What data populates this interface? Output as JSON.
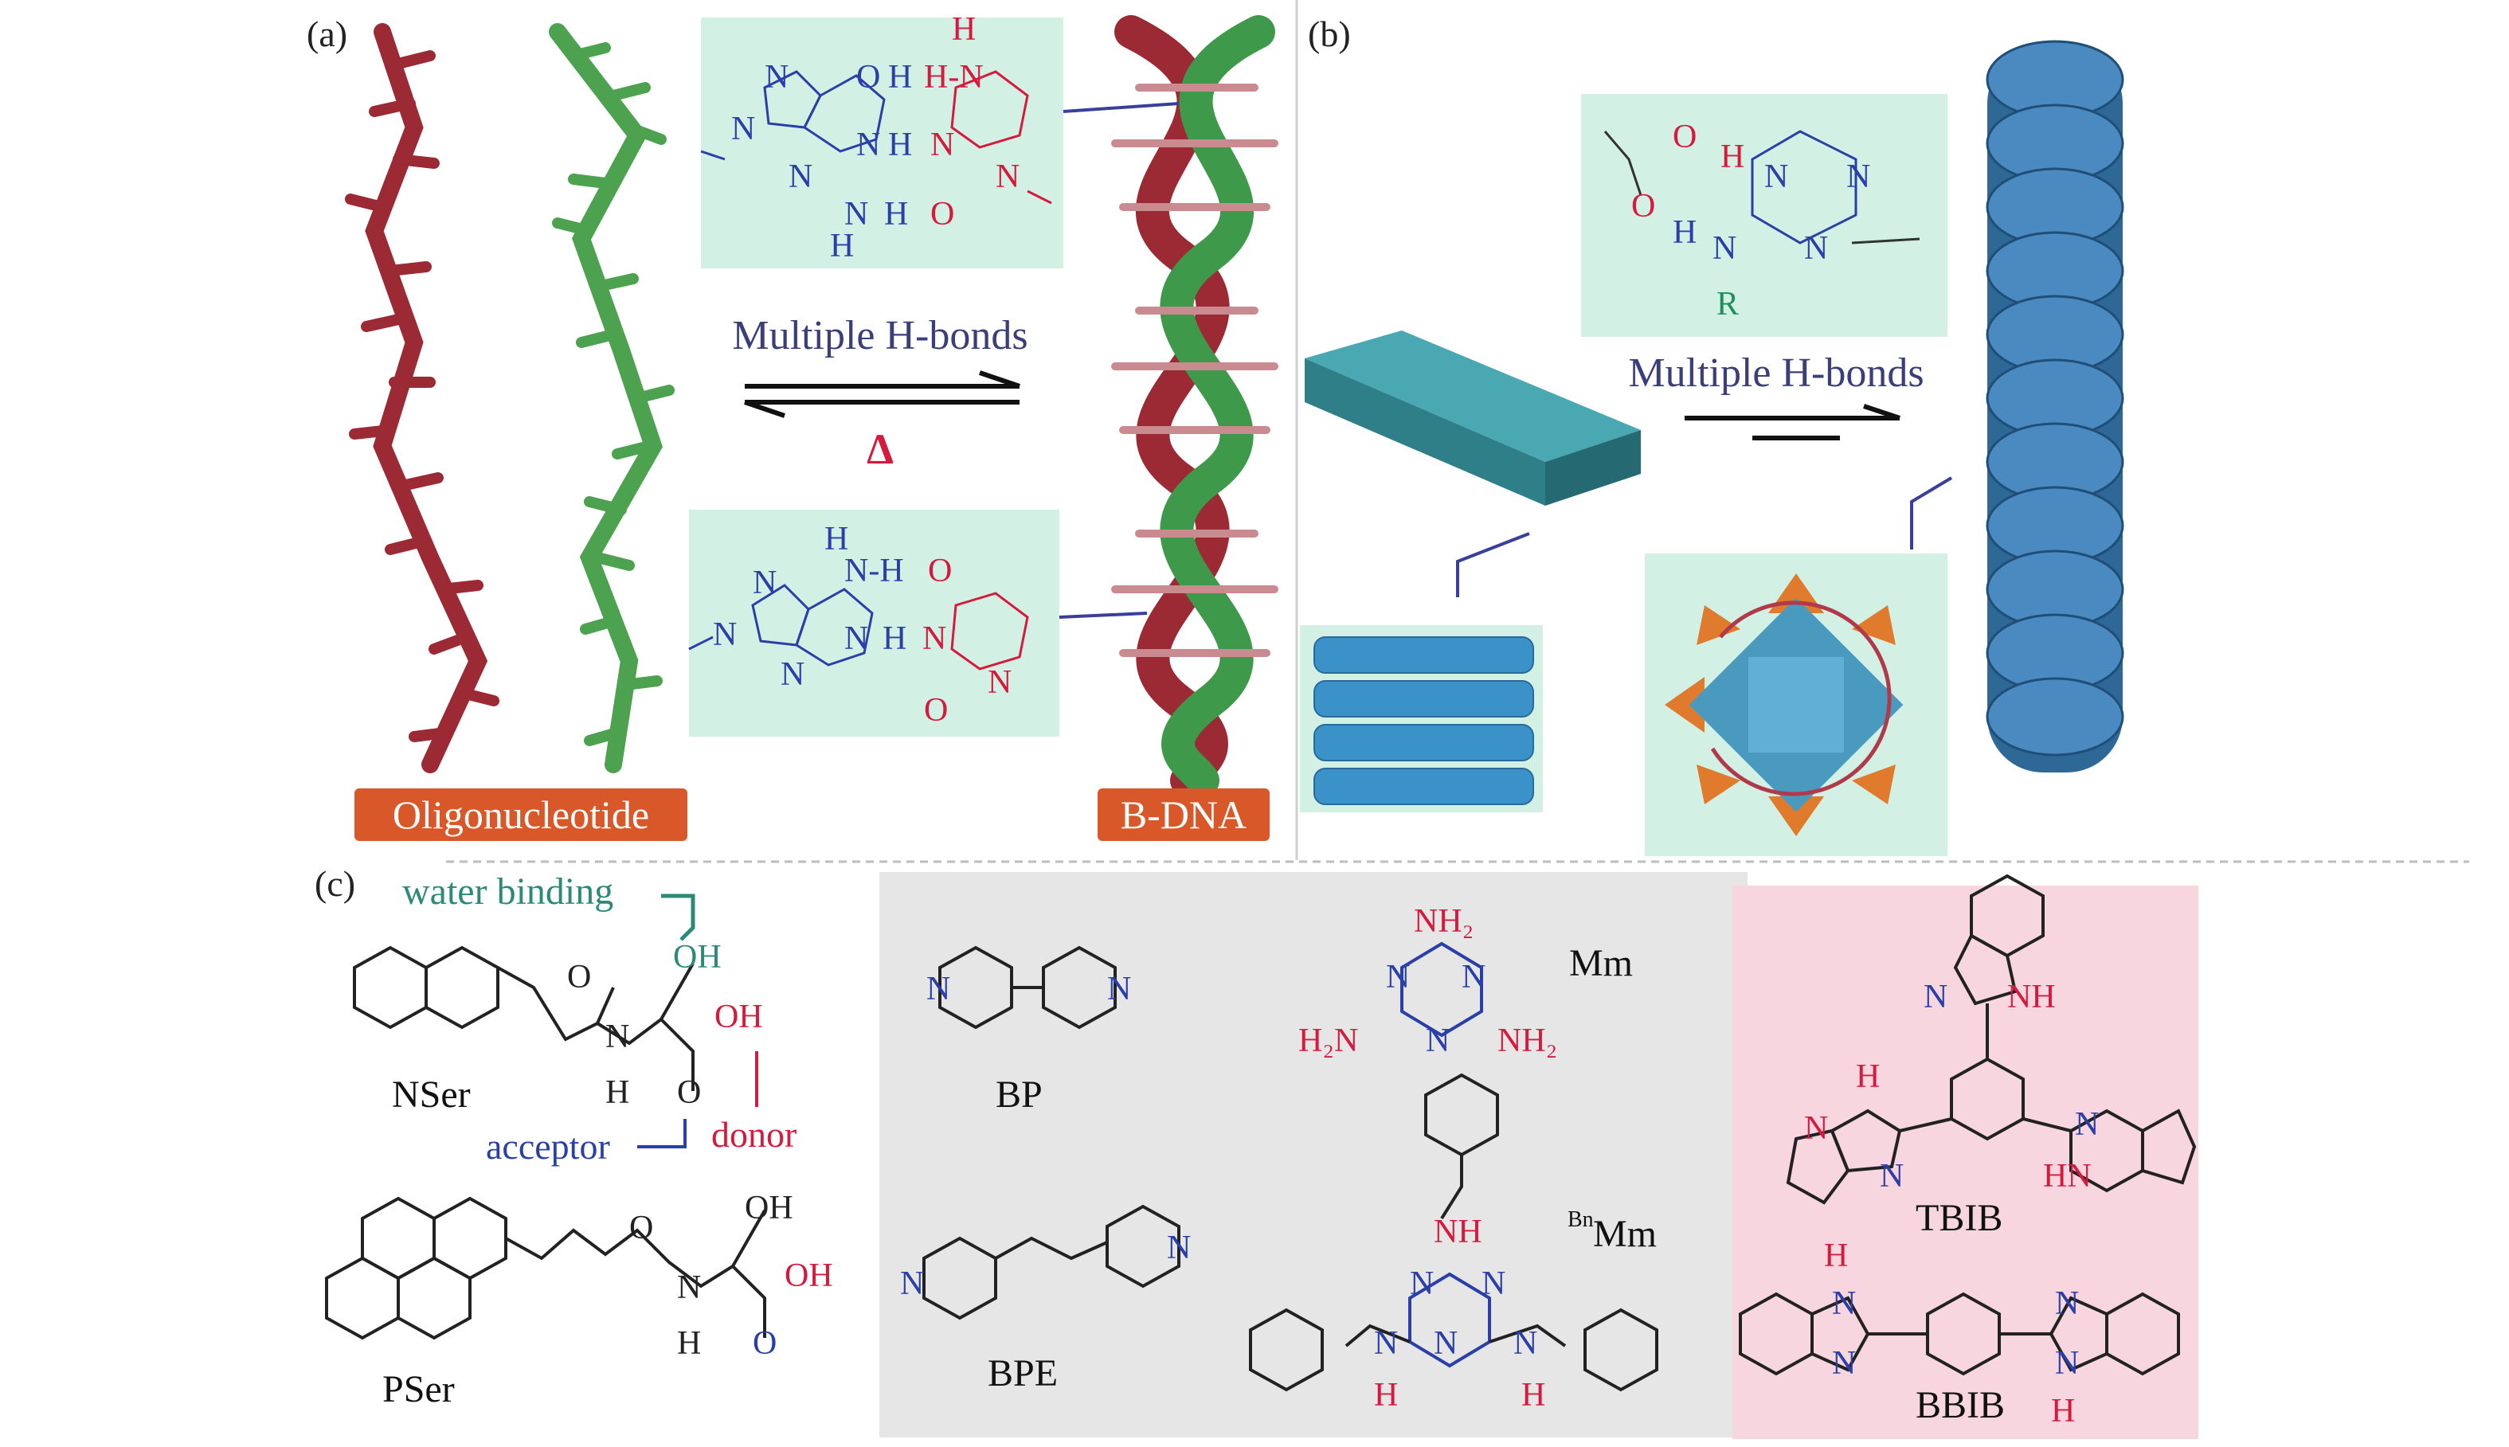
{
  "panels": {
    "a": {
      "label": "(a)"
    },
    "b": {
      "label": "(b)"
    },
    "c": {
      "label": "(c)"
    }
  },
  "panel_a": {
    "hbonds_label": "Multiple H-bonds",
    "delta_symbol": "Δ",
    "oligo_tag": "Oligonucleotide",
    "bdna_tag": "B-DNA"
  },
  "panel_b": {
    "hbonds_label": "Multiple H-bonds",
    "r_group": "R"
  },
  "panel_c": {
    "water_binding": "water binding",
    "acceptor": "acceptor",
    "donor": "donor",
    "molecules": {
      "nser": "NSer",
      "pser": "PSer",
      "bp": "BP",
      "bpe": "BPE",
      "mm": "Mm",
      "bnmm_sup": "Bn",
      "bnmm": "Mm",
      "tbib": "TBIB",
      "bbib": "BBIB"
    }
  },
  "colors": {
    "oligo_red": "#9b2a35",
    "oligo_green": "#4da24f",
    "teal_box": "#d3f0e4",
    "gray_box": "#e6e6e6",
    "pink_box": "#f7d6e0",
    "tag_orange": "#d8582a",
    "helix_blue": "#3a72a6",
    "tape_teal": "#3a9aa6",
    "donor_red": "#d51a3e",
    "acceptor_blue": "#2a3fa8"
  }
}
